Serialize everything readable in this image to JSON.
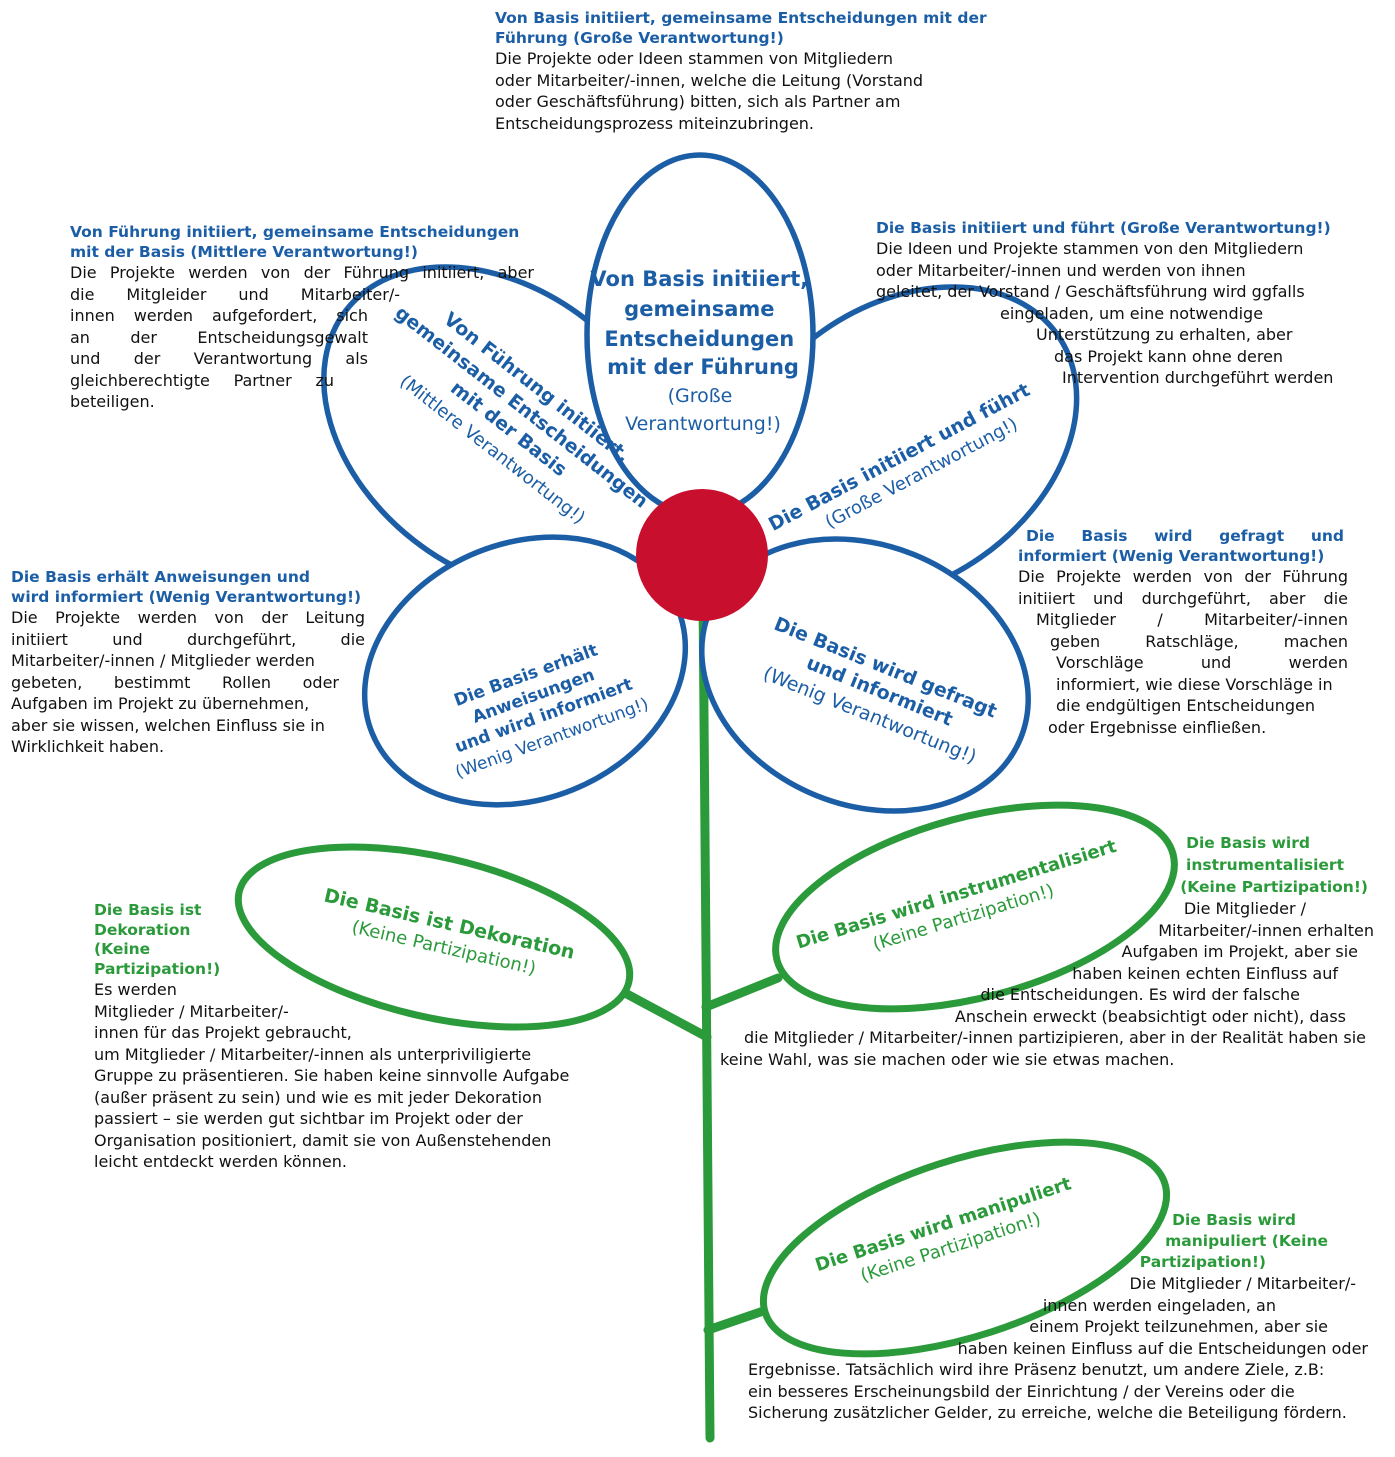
{
  "colors": {
    "petal_stroke": "#1c5ea6",
    "petal_text": "#1c5ea6",
    "center": "#c8102e",
    "stem": "#2a9a3a",
    "leaf_text": "#2a9a3a"
  },
  "petals": {
    "top": {
      "bold": [
        "Von Basis initiiert,",
        "gemeinsame",
        "Entscheidungen",
        "mit der Führung"
      ],
      "sub": [
        "(Große",
        "Verantwortung!)"
      ]
    },
    "upper_left": {
      "bold": [
        "Von Führung initiiert,",
        "gemeinsame Entscheidungen",
        "mit der Basis"
      ],
      "sub": [
        "(Mittlere Verantwortung!)"
      ]
    },
    "upper_right": {
      "bold": [
        "Die Basis initiiert und führt"
      ],
      "sub": [
        "(Große Verantwortung!)"
      ]
    },
    "lower_left": {
      "bold": [
        "Die Basis erhält",
        "Anweisungen",
        "und wird informiert"
      ],
      "sub": [
        "(Wenig Verantwortung!)"
      ]
    },
    "lower_right": {
      "bold": [
        "Die Basis wird gefragt",
        "und informiert"
      ],
      "sub": [
        "(Wenig Verantwortung!)"
      ]
    }
  },
  "leaves": {
    "dekoration": {
      "bold": "Die Basis ist Dekoration",
      "sub": "(Keine Partizipation!)"
    },
    "instrumentalisiert": {
      "bold": "Die Basis wird instrumentalisiert",
      "sub": "(Keine Partizipation!)"
    },
    "manipuliert": {
      "bold": "Die  Basis wird manipuliert",
      "sub": "(Keine Partizipation!)"
    }
  },
  "descriptions": {
    "top": {
      "heading": [
        "Von Basis initiiert, gemeinsame Entscheidungen mit der",
        "Führung (Große Verantwortung!)"
      ],
      "body": [
        "Die Projekte oder Ideen stammen von Mitgliedern",
        "oder Mitarbeiter/-innen, welche die Leitung (Vorstand",
        "oder Geschäftsführung) bitten, sich als Partner am",
        "Entscheidungsprozess miteinzubringen."
      ]
    },
    "upper_left": {
      "heading": [
        "Von Führung initiiert, gemeinsame Entscheidungen",
        "mit der Basis (Mittlere Verantwortung!)"
      ],
      "body": [
        "Die Projekte werden von der Führung initiiert, aber",
        "die Mitgleider und Mitarbeiter/-",
        "innen werden aufgefordert, sich",
        "an der Entscheidungsgewalt",
        "und der Verantwortung als",
        "gleichberechtigte Partner zu",
        "beteiligen."
      ]
    },
    "upper_right": {
      "heading": [
        "Die Basis initiiert und führt (Große Verantwortung!)"
      ],
      "body": [
        "Die Ideen und Projekte stammen von den Mitgliedern",
        "oder Mitarbeiter/-innen und werden von ihnen",
        "geleitet, der Vorstand / Geschäftsführung  wird ggfalls",
        "eingeladen, um eine notwendige",
        "Unterstützung zu erhalten, aber",
        "das Projekt kann ohne deren",
        "Intervention durchgeführt werden"
      ]
    },
    "lower_left": {
      "heading": [
        "Die Basis erhält Anweisungen und",
        "wird informiert (Wenig Verantwortung!)"
      ],
      "body": [
        "Die Projekte werden von der Leitung",
        "initiiert und durchgeführt, die",
        "Mitarbeiter/-innen / Mitglieder werden",
        "gebeten, bestimmt Rollen oder",
        "Aufgaben im Projekt zu übernehmen,",
        "aber sie wissen, welchen Einfluss sie in",
        "Wirklichkeit haben."
      ]
    },
    "lower_right": {
      "heading": [
        "Die Basis wird gefragt und",
        "informiert (Wenig Verantwortung!)"
      ],
      "body": [
        "Die Projekte werden von der Führung",
        "initiiert und durchgeführt, aber die",
        "Mitglieder / Mitarbeiter/-innen",
        "geben Ratschläge, machen",
        "Vorschläge und werden",
        "informiert, wie diese Vorschläge in",
        "die endgültigen Entscheidungen",
        "oder Ergebnisse einfließen."
      ]
    },
    "dekoration": {
      "heading": [
        "Die Basis ist",
        "Dekoration",
        "(Keine",
        "Partizipation!)"
      ],
      "body": [
        "Es werden",
        "Mitglieder / Mitarbeiter/-",
        "innen für das Projekt gebraucht,",
        "um  Mitglieder / Mitarbeiter/-innen als unterpriviligierte",
        "Gruppe zu präsentieren. Sie haben keine sinnvolle Aufgabe",
        "(außer präsent zu sein) und wie es mit jeder Dekoration",
        "passiert – sie werden gut sichtbar im Projekt oder der",
        "Organisation positioniert, damit sie von Außenstehenden",
        "leicht entdeckt werden können."
      ]
    },
    "instrumentalisiert": {
      "heading": [
        "Die Basis wird",
        "instrumentalisiert",
        "(Keine Partizipation!)"
      ],
      "body": [
        "Die Mitglieder /",
        "Mitarbeiter/-innen erhalten",
        "Aufgaben im Projekt, aber sie",
        "haben keinen echten Einfluss auf",
        "die Entscheidungen. Es wird der falsche",
        "Anschein erweckt (beabsichtigt oder nicht), dass",
        "die Mitglieder / Mitarbeiter/-innen partizipieren, aber in der Realität haben sie",
        "keine Wahl, was sie machen oder wie sie etwas machen."
      ]
    },
    "manipuliert": {
      "heading": [
        "Die  Basis wird",
        "manipuliert (Keine",
        "Partizipation!)"
      ],
      "body": [
        "Die Mitglieder / Mitarbeiter/-",
        "innen werden eingeladen, an",
        "einem Projekt teilzunehmen, aber sie",
        "haben keinen Einfluss auf die Entscheidungen oder",
        "Ergebnisse. Tatsächlich wird ihre Präsenz benutzt, um andere Ziele, z.B:",
        "ein besseres Erscheinungsbild der Einrichtung / der Vereins oder die",
        "Sicherung zusätzlicher Gelder, zu erreiche, welche die Beteiligung fördern."
      ]
    }
  }
}
